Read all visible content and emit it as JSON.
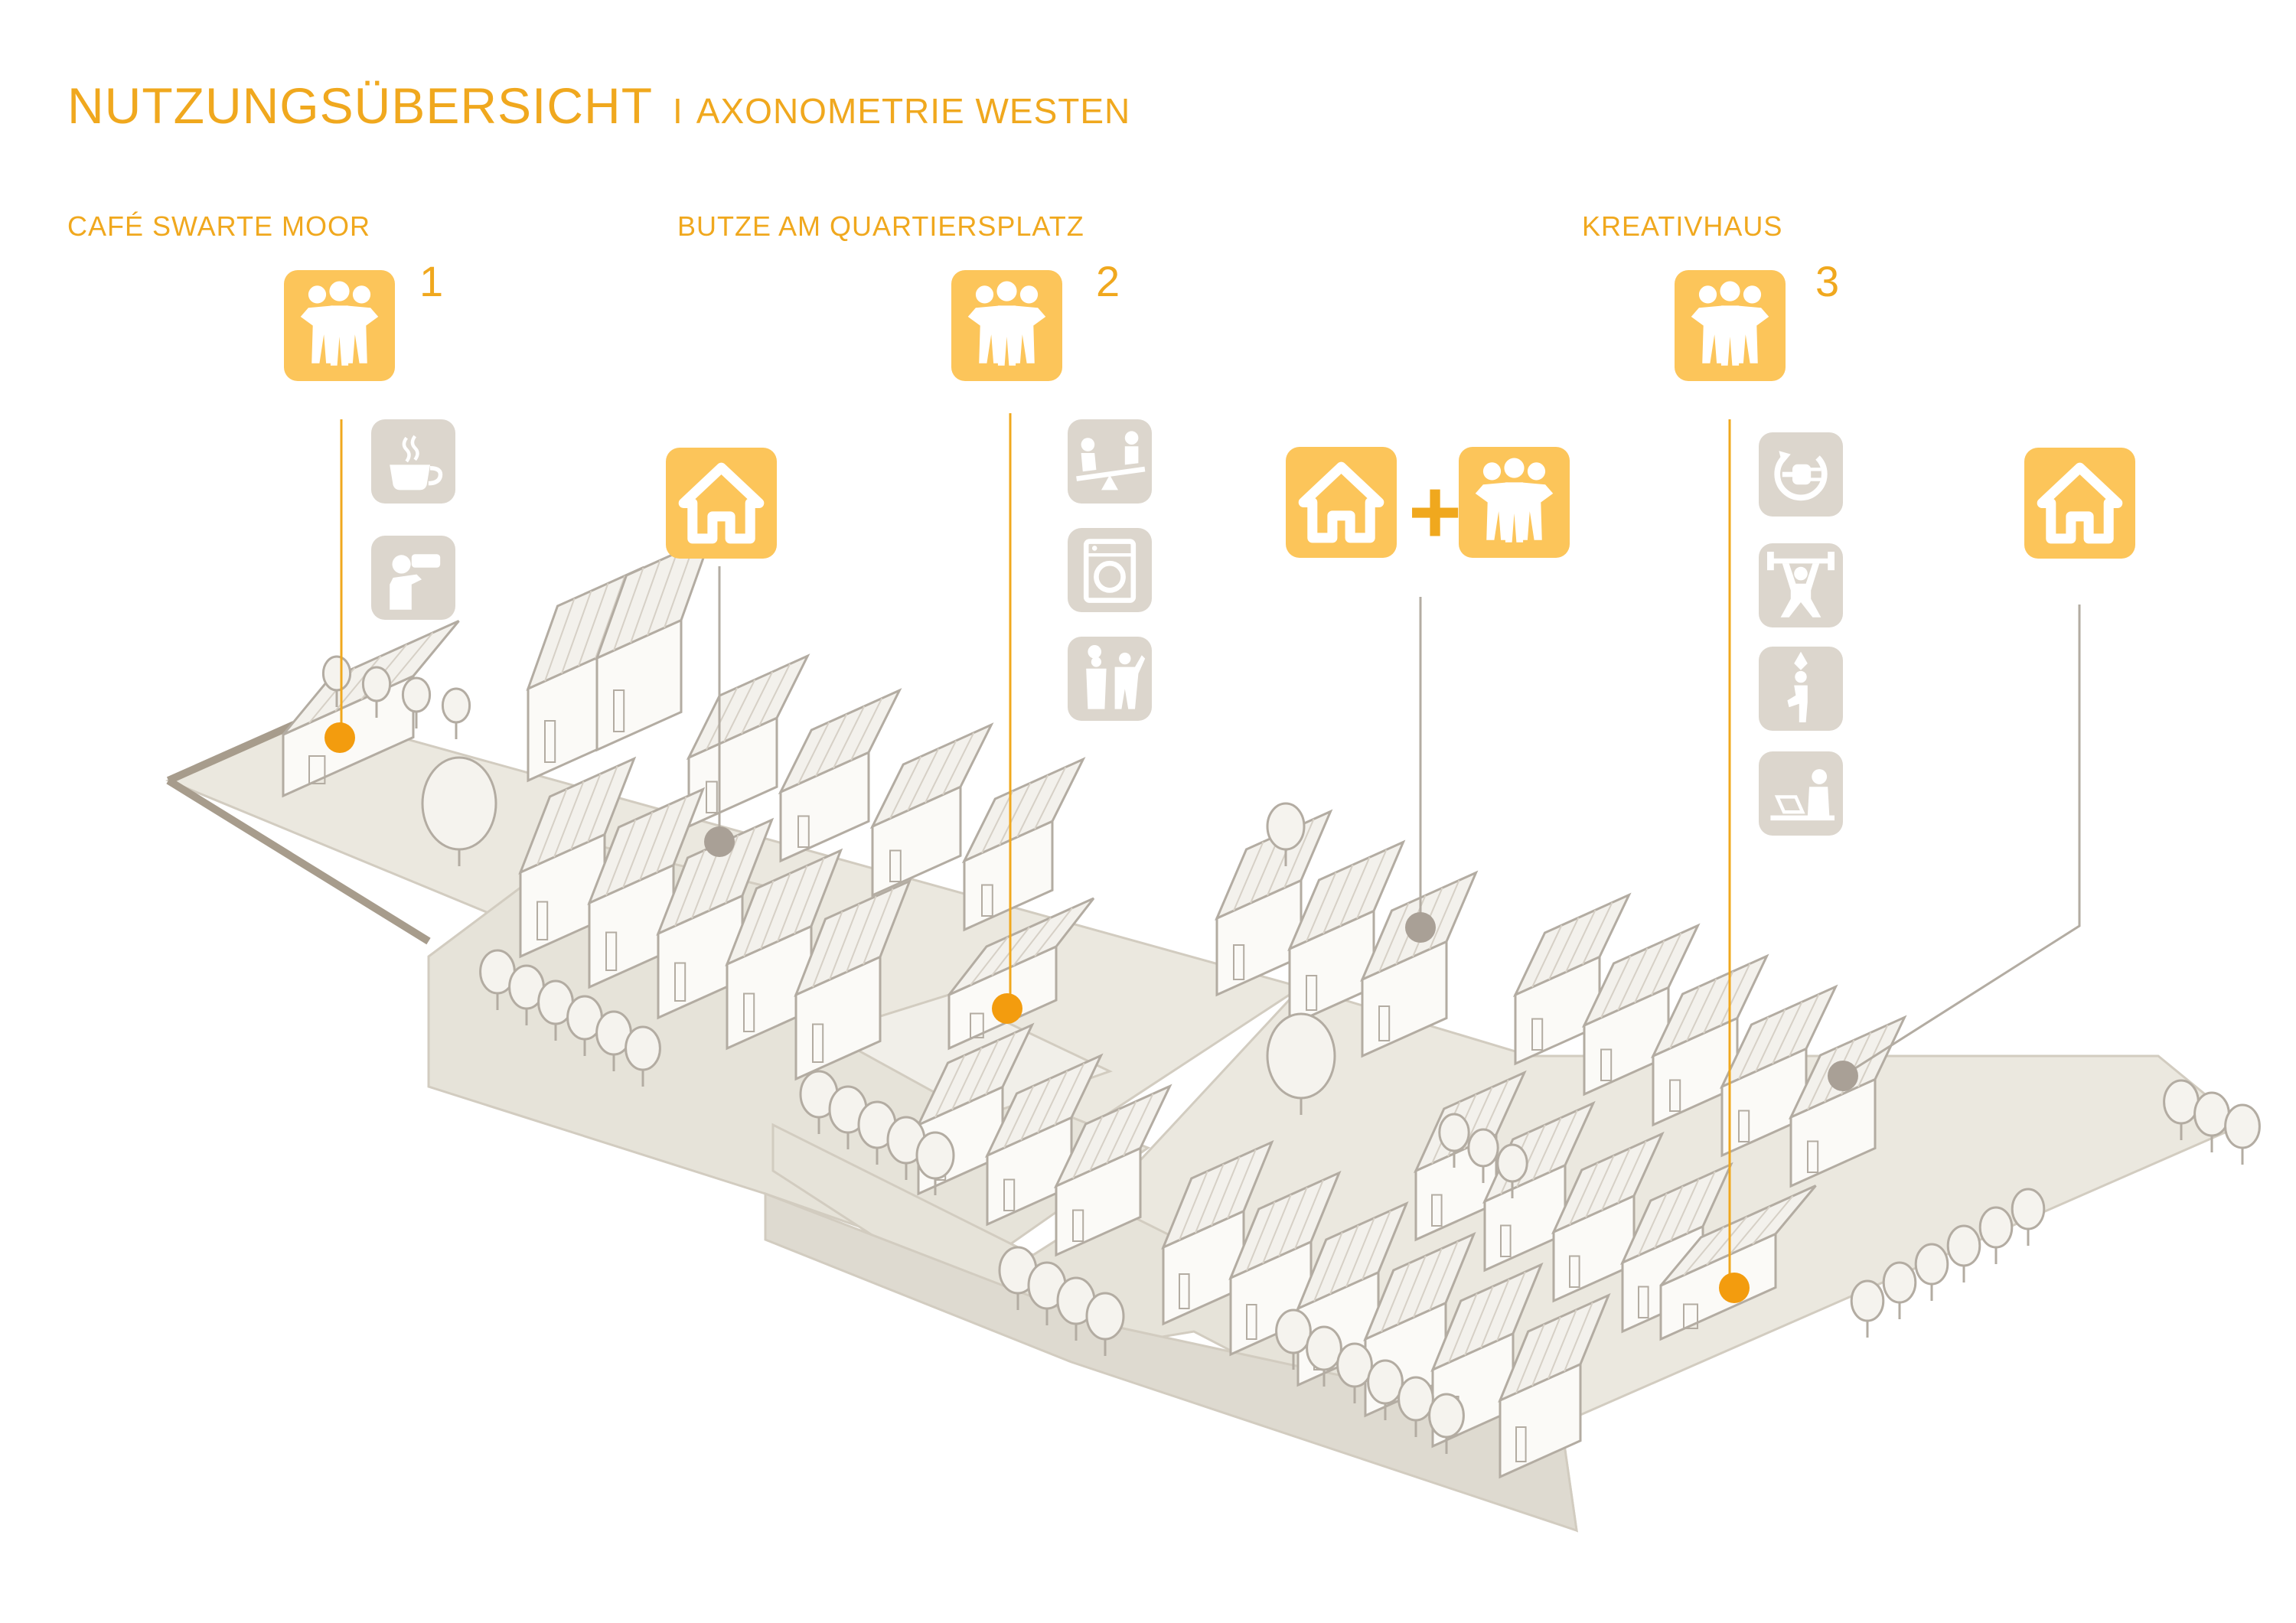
{
  "title": {
    "main": "NUTZUNGSÜBERSICHT",
    "separator": "I",
    "sub": "AXONOMETRIE WESTEN"
  },
  "sections": [
    {
      "label": "CAFÉ SWARTE MOOR",
      "number": "1"
    },
    {
      "label": "BUTZE AM QUARTIERSPLATZ",
      "number": "2"
    },
    {
      "label": "KREATIVHAUS",
      "number": "3"
    }
  ],
  "plus_sign": "+",
  "icons": {
    "community": "community-people-icon",
    "house": "house-icon",
    "cafe": "coffee-cup-icon",
    "lookout": "binoculars-icon",
    "playground": "seesaw-icon",
    "laundry": "washing-machine-icon",
    "cooking": "cooking-dancing-icon",
    "energy": "power-plug-icon",
    "fitness": "weightlifting-icon",
    "yoga": "yoga-icon",
    "coworking": "laptop-desk-icon"
  },
  "colors": {
    "accent": "#f0a81e",
    "badge_orange": "#fcc55a",
    "badge_gray": "#dcd6cd",
    "marker_orange": "#f39c0e",
    "marker_gray": "#a9a096",
    "ground": "#e6e3d9",
    "building_line": "#b3aca2",
    "tree_fill": "#f5f3ee"
  }
}
